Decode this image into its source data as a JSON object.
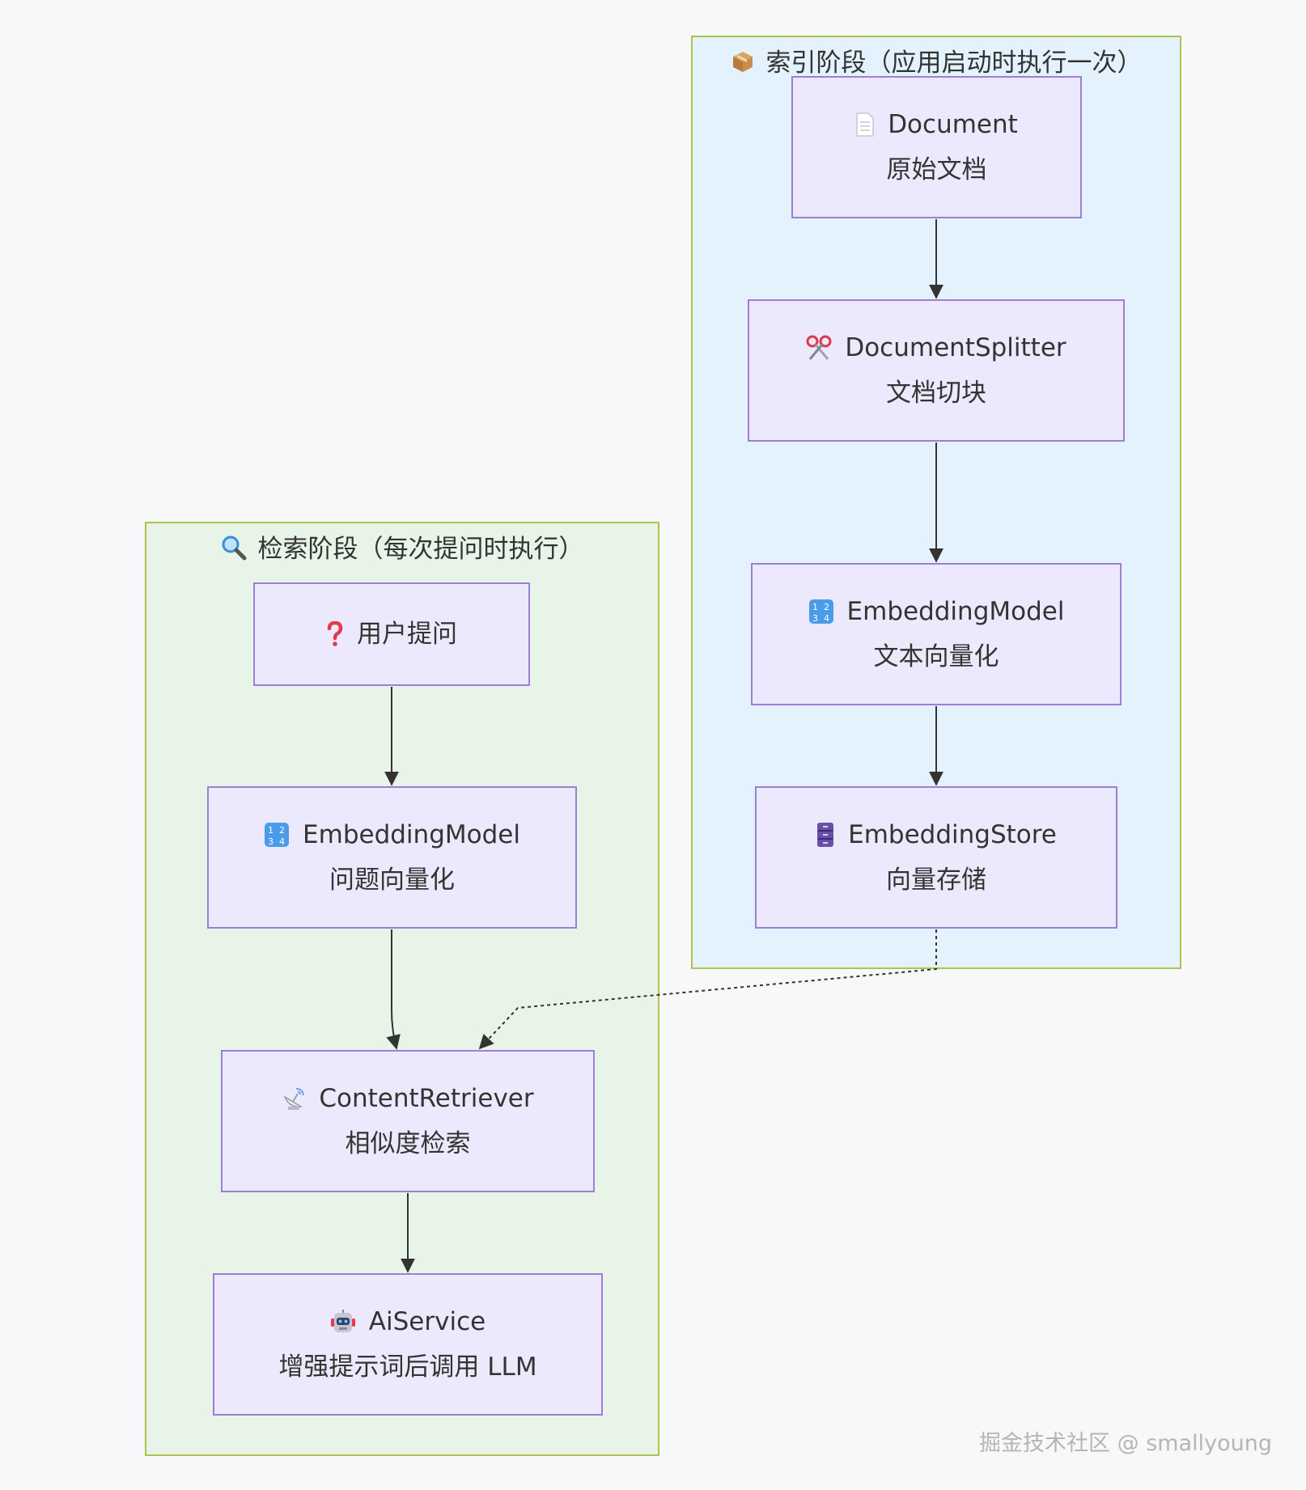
{
  "groups": {
    "indexing": {
      "icon": "package-icon",
      "title": "索引阶段（应用启动时执行一次）"
    },
    "retrieval": {
      "icon": "magnifier-icon",
      "title": "检索阶段（每次提问时执行）"
    }
  },
  "nodes": {
    "document": {
      "icon": "document-icon",
      "title": "Document",
      "subtitle": "原始文档"
    },
    "splitter": {
      "icon": "scissors-icon",
      "title": "DocumentSplitter",
      "subtitle": "文档切块"
    },
    "embed_index": {
      "icon": "numbers-icon",
      "title": "EmbeddingModel",
      "subtitle": "文本向量化"
    },
    "store": {
      "icon": "cabinet-icon",
      "title": "EmbeddingStore",
      "subtitle": "向量存储"
    },
    "user_question": {
      "icon": "question-icon",
      "title": "用户提问"
    },
    "embed_query": {
      "icon": "numbers-icon",
      "title": "EmbeddingModel",
      "subtitle": "问题向量化"
    },
    "retriever": {
      "icon": "satellite-icon",
      "title": "ContentRetriever",
      "subtitle": "相似度检索"
    },
    "aiservice": {
      "icon": "robot-icon",
      "title": "AiService",
      "subtitle": "增强提示词后调用 LLM"
    }
  },
  "watermark": "掘金技术社区 @ smallyoung",
  "colors": {
    "background": "#f7f8fa",
    "index_group_fill": "#e4f2fd",
    "query_group_fill": "#e7f4e7",
    "group_border": "#b2c249",
    "node_fill": "#ece9fd",
    "node_border": "#9b7fd6",
    "edge": "#333333"
  }
}
